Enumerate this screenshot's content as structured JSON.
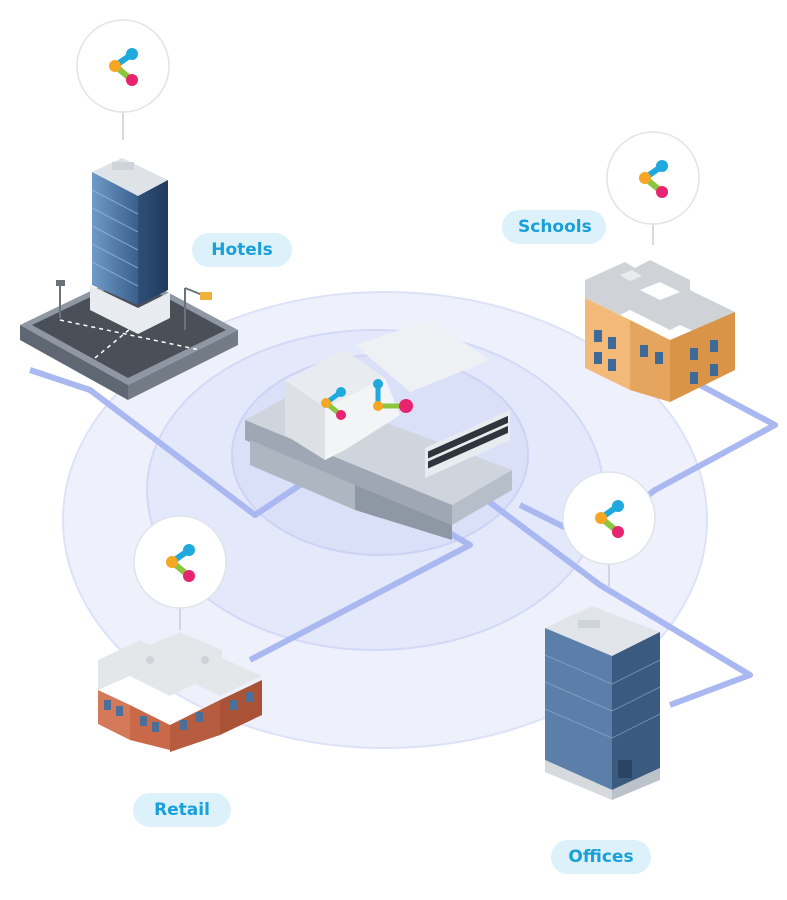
{
  "labels": {
    "hotels": "Hotels",
    "schools": "Schools",
    "retail": "Retail",
    "offices": "Offices"
  },
  "icons": {
    "node": "network-node-icon"
  },
  "colors": {
    "label_bg": "#dcf1fa",
    "label_text": "#1aa0d8",
    "connection_line": "#a9b8f0",
    "ripple": "#e7eafb",
    "node_blue": "#1fa9dd",
    "node_orange": "#f5a623",
    "node_green": "#8cc63f",
    "node_pink": "#e8236f"
  }
}
